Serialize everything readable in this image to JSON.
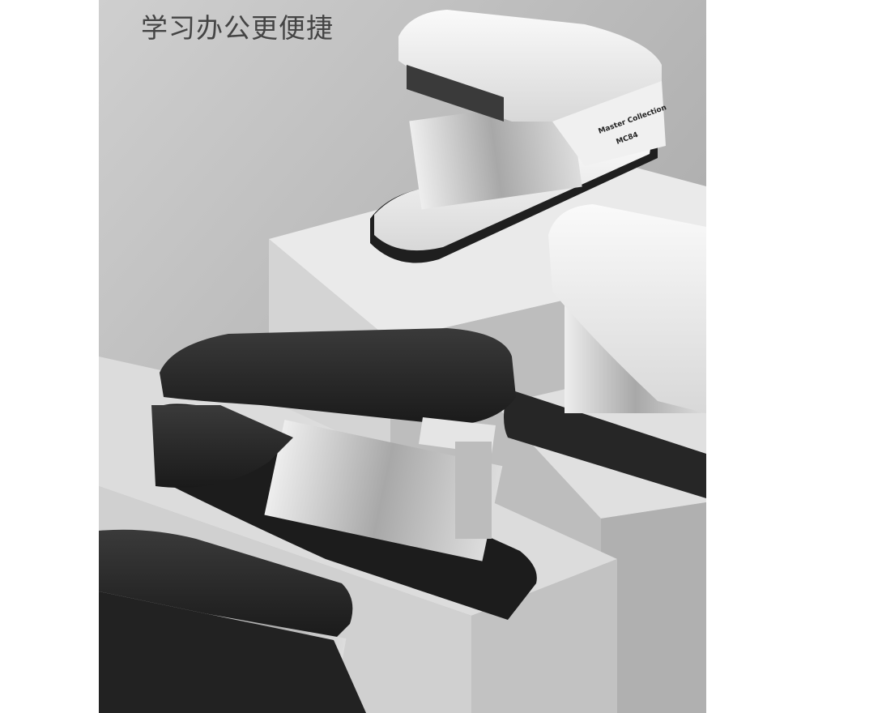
{
  "headline": "学习办公更便捷",
  "product_brand": {
    "line1": "Master Collection",
    "line2": "MC84"
  },
  "colors": {
    "background_gray": "#c9c9c9",
    "stapler_white": "#f2f2f2",
    "stapler_black": "#2e2e2e",
    "metal": "#cfcfcf",
    "headline_text": "#444444"
  }
}
